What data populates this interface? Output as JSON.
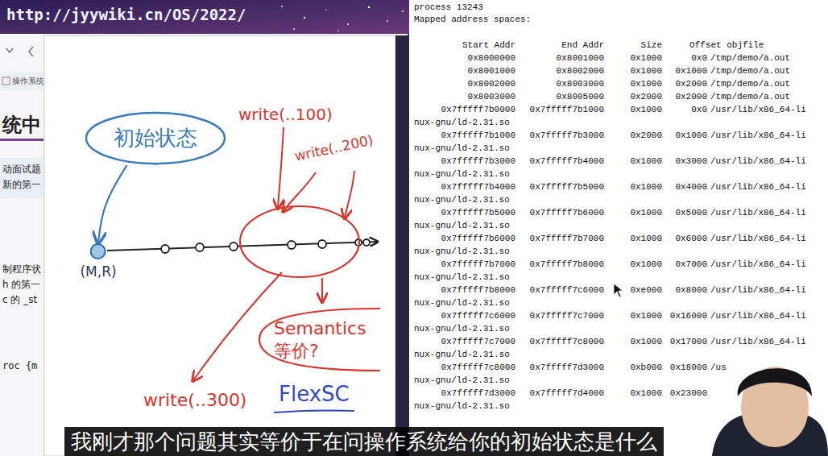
{
  "diagram": {
    "caption": "我刚才那个问题其实等价于在问操作系统给你的初始状态是什么",
    "nodes": [
      {
        "text": [
          "初始状态"
        ]
      },
      {
        "text": [
          "(M,R)"
        ]
      },
      {
        "text": [
          "Semantics 等价?"
        ]
      }
    ],
    "edges": [
      {
        "from": 0,
        "to": 1,
        "arrow": "to"
      }
    ],
    "labels": [
      "http://jyywiki.cn/OS/2022/",
      "操作系统",
      "统中",
      "动面试题",
      "新的第一",
      "制程序状",
      "h 的第一",
      "c 的 _st",
      "roc {m",
      "write(..100)",
      "write(..200)",
      "write(..300)",
      "FlexSC",
      "process 13243",
      "Mapped address spaces:",
      "Start Addr",
      "End Addr",
      "Size",
      "Offset objfile",
      "0x8000000",
      "0x8001000",
      "0x1000",
      "0x0",
      "/tmp/demo/a.out",
      "0x8001000",
      "0x8002000",
      "0x1000",
      "0x1000",
      "/tmp/demo/a.out",
      "0x8002000",
      "0x8003000",
      "0x1000",
      "0x2000",
      "/tmp/demo/a.out",
      "0x8003000",
      "0x8005000",
      "0x2000",
      "0x2000",
      "/tmp/demo/a.out",
      "0x7fffff7b0000",
      "0x7fffff7b1000",
      "0x1000",
      "0x0",
      "/usr/lib/x86_64-li",
      "nux-gnu/ld-2.31.so",
      "0x7fffff7b1000",
      "0x7fffff7b3000",
      "0x2000",
      "0x1000",
      "/usr/lib/x86_64-li",
      "nux-gnu/ld-2.31.so",
      "0x7fffff7b3000",
      "0x7fffff7b4000",
      "0x1000",
      "0x3000",
      "/usr/lib/x86_64-li",
      "nux-gnu/ld-2.31.so",
      "0x7fffff7b4000",
      "0x7fffff7b5000",
      "0x1000",
      "0x4000",
      "/usr/lib/x86_64-li",
      "nux-gnu/ld-2.31.so",
      "0x7fffff7b5000",
      "0x7fffff7b6000",
      "0x1000",
      "0x5000",
      "/usr/lib/x86_64-li",
      "nux-gnu/ld-2.31.so",
      "0x7fffff7b6000",
      "0x7fffff7b7000",
      "0x1000",
      "0x6000",
      "/usr/lib/x86_64-li",
      "nux-gnu/ld-2.31.so",
      "0x7fffff7b7000",
      "0x7fffff7b8000",
      "0x1000",
      "0x7000",
      "/usr/lib/x86_64-li",
      "nux-gnu/ld-2.31.so",
      "0x7fffff7b8000",
      "0x7fffff7c6000",
      "0xe000",
      "0x8000",
      "/usr/lib/x86_64-li",
      "nux-gnu/ld-2.31.so",
      "0x7fffff7c6000",
      "0x7fffff7c7000",
      "0x1000",
      "0x16000",
      "/usr/lib/x86_64-li",
      "nux-gnu/ld-2.31.so",
      "0x7fffff7c7000",
      "0x7fffff7c8000",
      "0x1000",
      "0x17000",
      "/usr/lib/x86_64-li",
      "nux-gnu/ld-2.31.so",
      "0x7fffff7c8000",
      "0x7fffff7d3000",
      "0xb000",
      "0x18000",
      "/us",
      "nux-gnu/ld-2.31.so",
      "0x7fffff7d3000",
      "0x7fffff7d4000",
      "0x1000",
      "0x23000",
      "nux-gnu/ld-2.31.so"
    ]
  }
}
